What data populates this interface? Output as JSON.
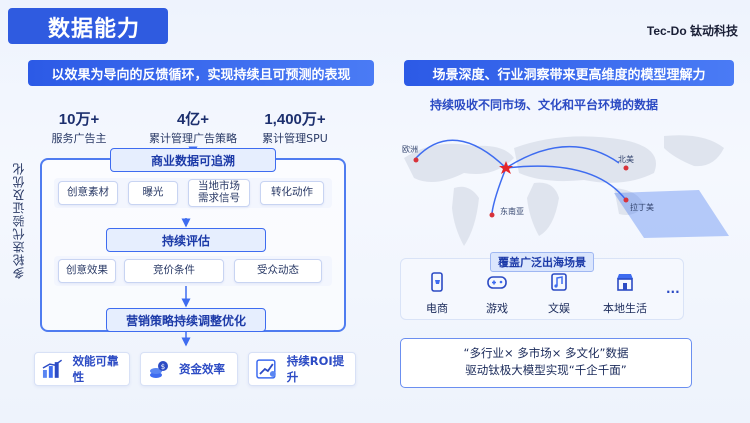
{
  "header": {
    "title": "数据能力",
    "brand": "Tec-Do 钛动科技"
  },
  "left": {
    "banner": "以效果为导向的反馈循环，实现持续且可预测的表现",
    "stats": [
      {
        "value": "10万+",
        "label": "服务广告主"
      },
      {
        "value": "4亿+",
        "label": "累计管理广告策略"
      },
      {
        "value": "1,400万+",
        "label": "累计管理SPU"
      }
    ],
    "vertical_label": "多轮迭代验证及优化",
    "node_tracking": "商业数据可追溯",
    "chips_row1": [
      "创意素材",
      "曝光",
      "当地市场\n需求信号",
      "转化动作"
    ],
    "node_evaluation": "持续评估",
    "chips_row2": [
      "创意效果",
      "竞价条件",
      "受众动态"
    ],
    "node_optimization": "营销策略持续调整优化",
    "kpis": [
      {
        "label": "效能可靠性",
        "icon": "bar-chart-icon"
      },
      {
        "label": "资金效率",
        "icon": "coins-icon"
      },
      {
        "label": "持续ROI提升",
        "icon": "growth-chart-icon"
      }
    ]
  },
  "right": {
    "banner": "场景深度、行业洞察带来更高维度的模型理解力",
    "subtitle": "持续吸收不同市场、文化和平台环境的数据",
    "map_labels": {
      "europe": "欧洲",
      "north_america": "北美",
      "southeast_asia": "东南亚",
      "latin_america": "拉丁美"
    },
    "scene_title": "覆盖广泛出海场景",
    "scenes": [
      {
        "label": "电商",
        "icon": "phone-cart-icon"
      },
      {
        "label": "游戏",
        "icon": "gamepad-icon"
      },
      {
        "label": "文娱",
        "icon": "music-icon"
      },
      {
        "label": "本地生活",
        "icon": "storefront-icon"
      }
    ],
    "scene_more": "...",
    "quote_line1": "“多行业× 多市场× 多文化”数据",
    "quote_line2": "驱动钛极大模型实现“千企千面”"
  },
  "colors": {
    "accent": "#2f5be0",
    "node_border": "#3e6cf0",
    "text_dark": "#1a2a5a"
  }
}
